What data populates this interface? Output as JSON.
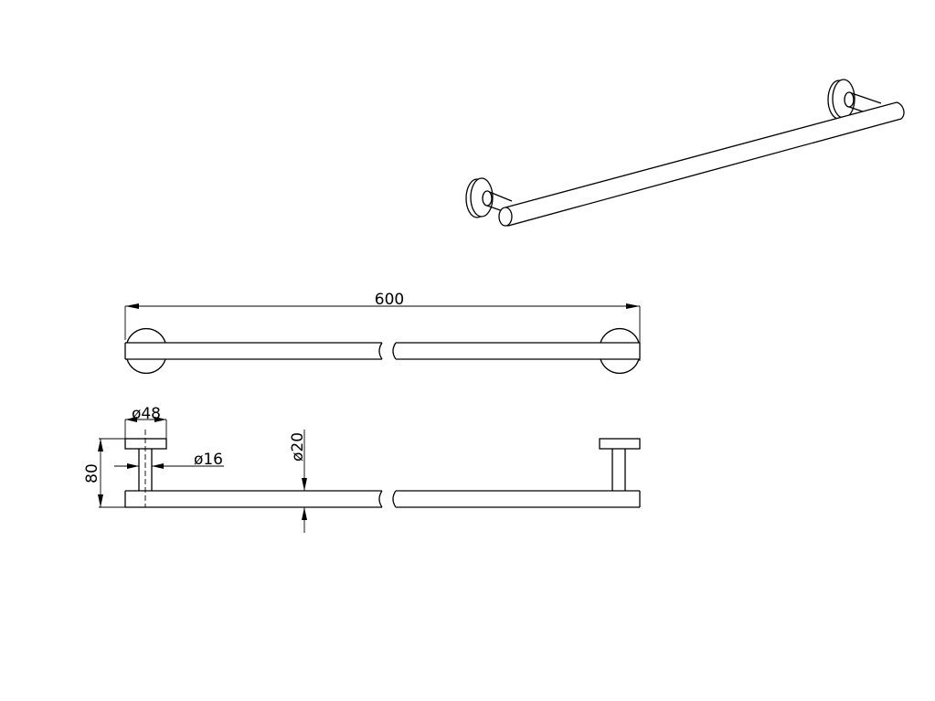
{
  "drawing": {
    "views": [
      "isometric-view",
      "top-view",
      "side-view"
    ],
    "dimensions": {
      "overall_length": "600",
      "rosette_diameter": "ø48",
      "post_diameter": "ø16",
      "bar_diameter": "ø20",
      "projection": "80"
    },
    "line_color": "#000000",
    "background": "#ffffff"
  }
}
